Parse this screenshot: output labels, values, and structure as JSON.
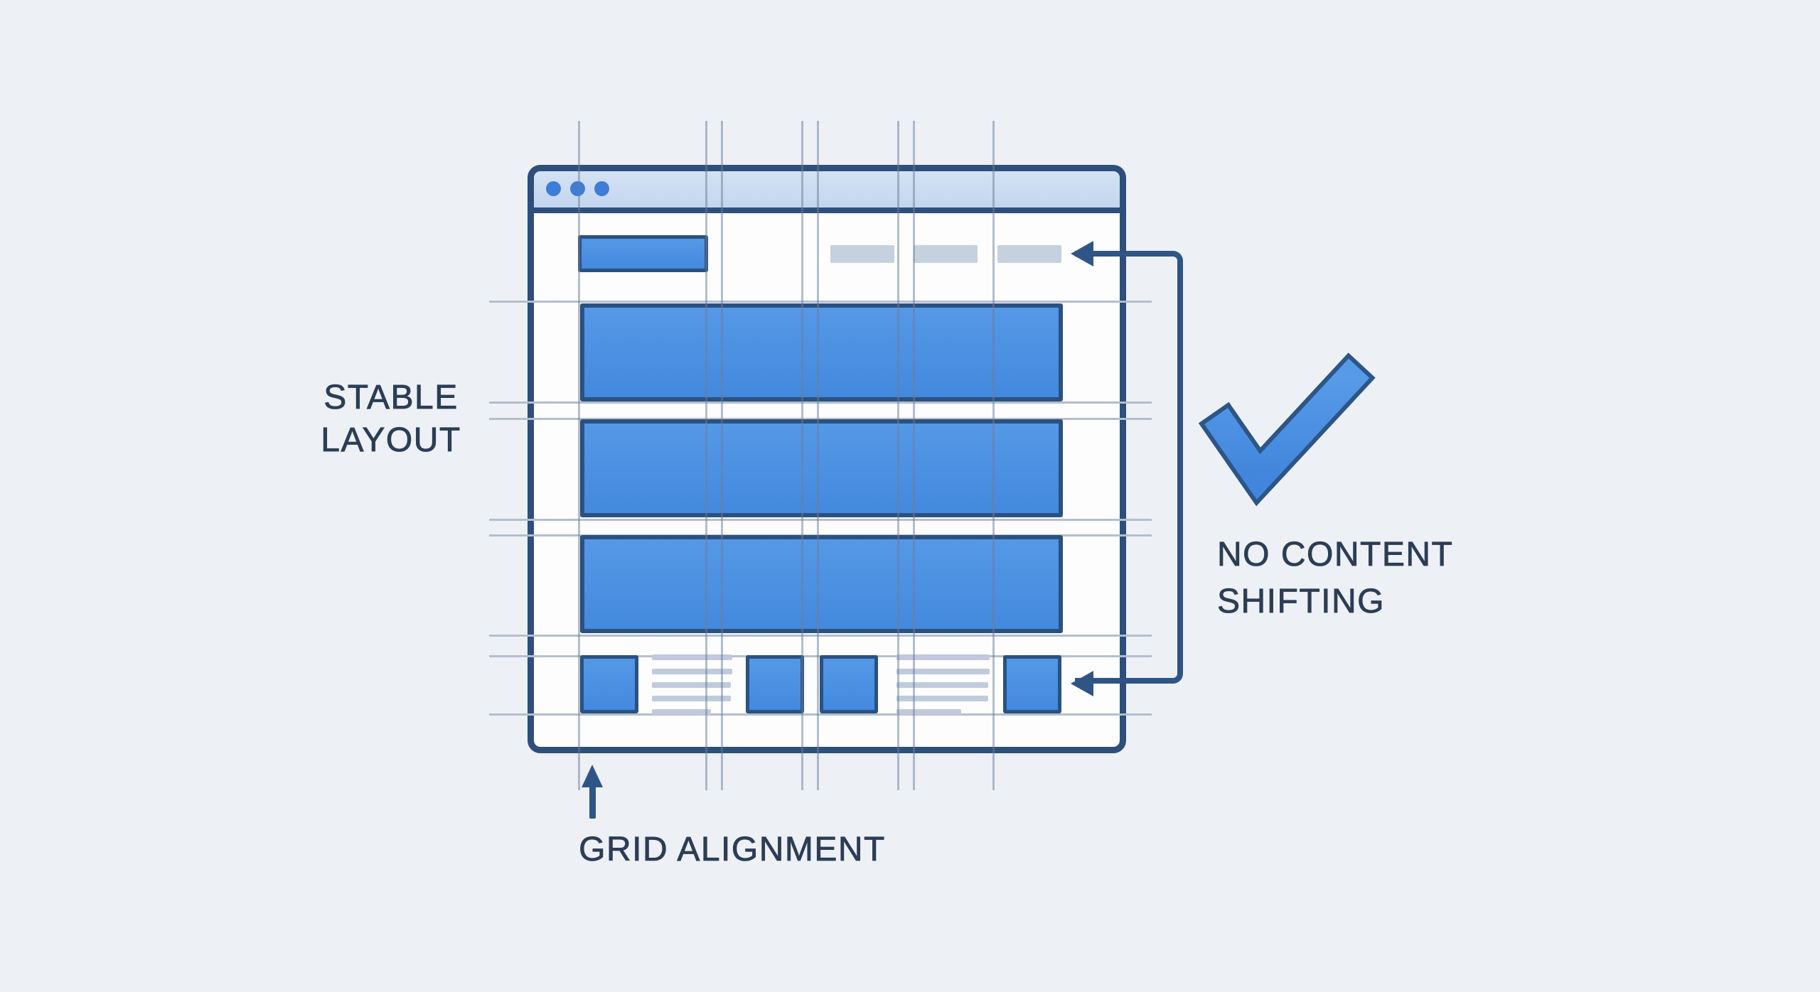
{
  "diagram": {
    "title_labels": {
      "stable_layout": {
        "line1": "STABLE",
        "line2": "LAYOUT"
      },
      "no_content_shifting": {
        "line1": "NO CONTENT",
        "line2": "SHIFTING"
      },
      "grid_alignment": "GRID ALIGNMENT"
    },
    "browser_window": {
      "titlebar_dots": 3,
      "nav_menu_items": 3,
      "content_rows": 3,
      "footer_squares": 4,
      "footer_text_blocks": 2
    },
    "icons": {
      "window_dots": "window-control-dots",
      "checkmark": "check-icon",
      "arrow_top": "arrow-left-icon",
      "arrow_bottom": "arrow-left-icon",
      "arrow_up": "arrow-up-icon"
    },
    "colors": {
      "page_background": "#edf1f6",
      "accent_blue": "#4b90e1",
      "outline_navy": "#2b5181",
      "window_border": "#2e4f7c",
      "titlebar_blue": "#cdddf3",
      "dot_blue": "#3d7cd7",
      "muted_gray_block": "#c6d1e0",
      "grid_line_gray": "#b4becc",
      "label_text": "#2c3d55",
      "arrow_navy": "#2e5586"
    }
  }
}
